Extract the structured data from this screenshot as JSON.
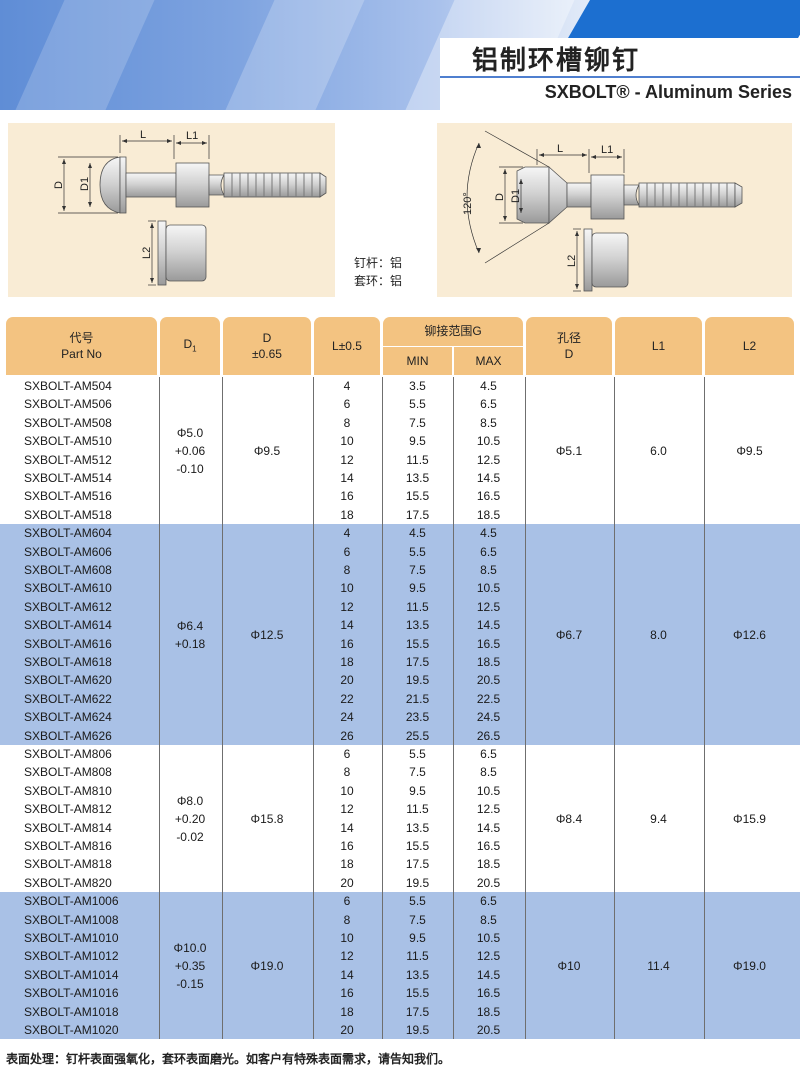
{
  "header": {
    "title_cn": "铝制环槽铆钉",
    "title_en": "SXBOLT® - Aluminum Series"
  },
  "diagrams": {
    "left": {
      "L": "L",
      "L1": "L1",
      "D": "D",
      "D1": "D1",
      "L2": "L2"
    },
    "right": {
      "L": "L",
      "L1": "L1",
      "D": "D",
      "D1": "D1",
      "L2": "L2",
      "angle": "120°"
    }
  },
  "material": {
    "pin": "钉杆：铝",
    "collar": "套环：铝"
  },
  "table": {
    "headers": {
      "part_cn": "代号",
      "part_en": "Part No",
      "d1": "D",
      "d1_sub": "1",
      "d": "D",
      "d_tol": "±0.65",
      "l": "L±0.5",
      "grip": "铆接范围G",
      "min": "MIN",
      "max": "MAX",
      "hole_cn": "孔径",
      "hole_d": "D",
      "l1": "L1",
      "l2": "L2"
    },
    "groups": [
      {
        "shade": false,
        "d1": [
          "Φ5.0",
          "+0.06",
          "-0.10"
        ],
        "d": "Φ9.5",
        "hole": "Φ5.1",
        "l1": "6.0",
        "l2": "Φ9.5",
        "rows": [
          {
            "part": "SXBOLT-AM504",
            "l": "4",
            "min": "3.5",
            "max": "4.5"
          },
          {
            "part": "SXBOLT-AM506",
            "l": "6",
            "min": "5.5",
            "max": "6.5"
          },
          {
            "part": "SXBOLT-AM508",
            "l": "8",
            "min": "7.5",
            "max": "8.5"
          },
          {
            "part": "SXBOLT-AM510",
            "l": "10",
            "min": "9.5",
            "max": "10.5"
          },
          {
            "part": "SXBOLT-AM512",
            "l": "12",
            "min": "11.5",
            "max": "12.5"
          },
          {
            "part": "SXBOLT-AM514",
            "l": "14",
            "min": "13.5",
            "max": "14.5"
          },
          {
            "part": "SXBOLT-AM516",
            "l": "16",
            "min": "15.5",
            "max": "16.5"
          },
          {
            "part": "SXBOLT-AM518",
            "l": "18",
            "min": "17.5",
            "max": "18.5"
          }
        ]
      },
      {
        "shade": true,
        "d1": [
          "Φ6.4",
          "+0.18"
        ],
        "d": "Φ12.5",
        "hole": "Φ6.7",
        "l1": "8.0",
        "l2": "Φ12.6",
        "rows": [
          {
            "part": "SXBOLT-AM604",
            "l": "4",
            "min": "4.5",
            "max": "4.5"
          },
          {
            "part": "SXBOLT-AM606",
            "l": "6",
            "min": "5.5",
            "max": "6.5"
          },
          {
            "part": "SXBOLT-AM608",
            "l": "8",
            "min": "7.5",
            "max": "8.5"
          },
          {
            "part": "SXBOLT-AM610",
            "l": "10",
            "min": "9.5",
            "max": "10.5"
          },
          {
            "part": "SXBOLT-AM612",
            "l": "12",
            "min": "11.5",
            "max": "12.5"
          },
          {
            "part": "SXBOLT-AM614",
            "l": "14",
            "min": "13.5",
            "max": "14.5"
          },
          {
            "part": "SXBOLT-AM616",
            "l": "16",
            "min": "15.5",
            "max": "16.5"
          },
          {
            "part": "SXBOLT-AM618",
            "l": "18",
            "min": "17.5",
            "max": "18.5"
          },
          {
            "part": "SXBOLT-AM620",
            "l": "20",
            "min": "19.5",
            "max": "20.5"
          },
          {
            "part": "SXBOLT-AM622",
            "l": "22",
            "min": "21.5",
            "max": "22.5"
          },
          {
            "part": "SXBOLT-AM624",
            "l": "24",
            "min": "23.5",
            "max": "24.5"
          },
          {
            "part": "SXBOLT-AM626",
            "l": "26",
            "min": "25.5",
            "max": "26.5"
          }
        ]
      },
      {
        "shade": false,
        "d1": [
          "Φ8.0",
          "+0.20",
          "-0.02"
        ],
        "d": "Φ15.8",
        "hole": "Φ8.4",
        "l1": "9.4",
        "l2": "Φ15.9",
        "rows": [
          {
            "part": "SXBOLT-AM806",
            "l": "6",
            "min": "5.5",
            "max": "6.5"
          },
          {
            "part": "SXBOLT-AM808",
            "l": "8",
            "min": "7.5",
            "max": "8.5"
          },
          {
            "part": "SXBOLT-AM810",
            "l": "10",
            "min": "9.5",
            "max": "10.5"
          },
          {
            "part": "SXBOLT-AM812",
            "l": "12",
            "min": "11.5",
            "max": "12.5"
          },
          {
            "part": "SXBOLT-AM814",
            "l": "14",
            "min": "13.5",
            "max": "14.5"
          },
          {
            "part": "SXBOLT-AM816",
            "l": "16",
            "min": "15.5",
            "max": "16.5"
          },
          {
            "part": "SXBOLT-AM818",
            "l": "18",
            "min": "17.5",
            "max": "18.5"
          },
          {
            "part": "SXBOLT-AM820",
            "l": "20",
            "min": "19.5",
            "max": "20.5"
          }
        ]
      },
      {
        "shade": true,
        "d1": [
          "Φ10.0",
          "+0.35",
          "-0.15"
        ],
        "d": "Φ19.0",
        "hole": "Φ10",
        "l1": "11.4",
        "l2": "Φ19.0",
        "rows": [
          {
            "part": "SXBOLT-AM1006",
            "l": "6",
            "min": "5.5",
            "max": "6.5"
          },
          {
            "part": "SXBOLT-AM1008",
            "l": "8",
            "min": "7.5",
            "max": "8.5"
          },
          {
            "part": "SXBOLT-AM1010",
            "l": "10",
            "min": "9.5",
            "max": "10.5"
          },
          {
            "part": "SXBOLT-AM1012",
            "l": "12",
            "min": "11.5",
            "max": "12.5"
          },
          {
            "part": "SXBOLT-AM1014",
            "l": "14",
            "min": "13.5",
            "max": "14.5"
          },
          {
            "part": "SXBOLT-AM1016",
            "l": "16",
            "min": "15.5",
            "max": "16.5"
          },
          {
            "part": "SXBOLT-AM1018",
            "l": "18",
            "min": "17.5",
            "max": "18.5"
          },
          {
            "part": "SXBOLT-AM1020",
            "l": "20",
            "min": "19.5",
            "max": "20.5"
          }
        ]
      }
    ]
  },
  "footer": "表面处理：钉杆表面强氧化，套环表面磨光。如客户有特殊表面需求，请告知我们。",
  "colors": {
    "header_blue": "#1c6fd0",
    "table_header": "#f3c381",
    "row_shade": "#a9c1e6",
    "diagram_bg": "#f9ecd5"
  }
}
